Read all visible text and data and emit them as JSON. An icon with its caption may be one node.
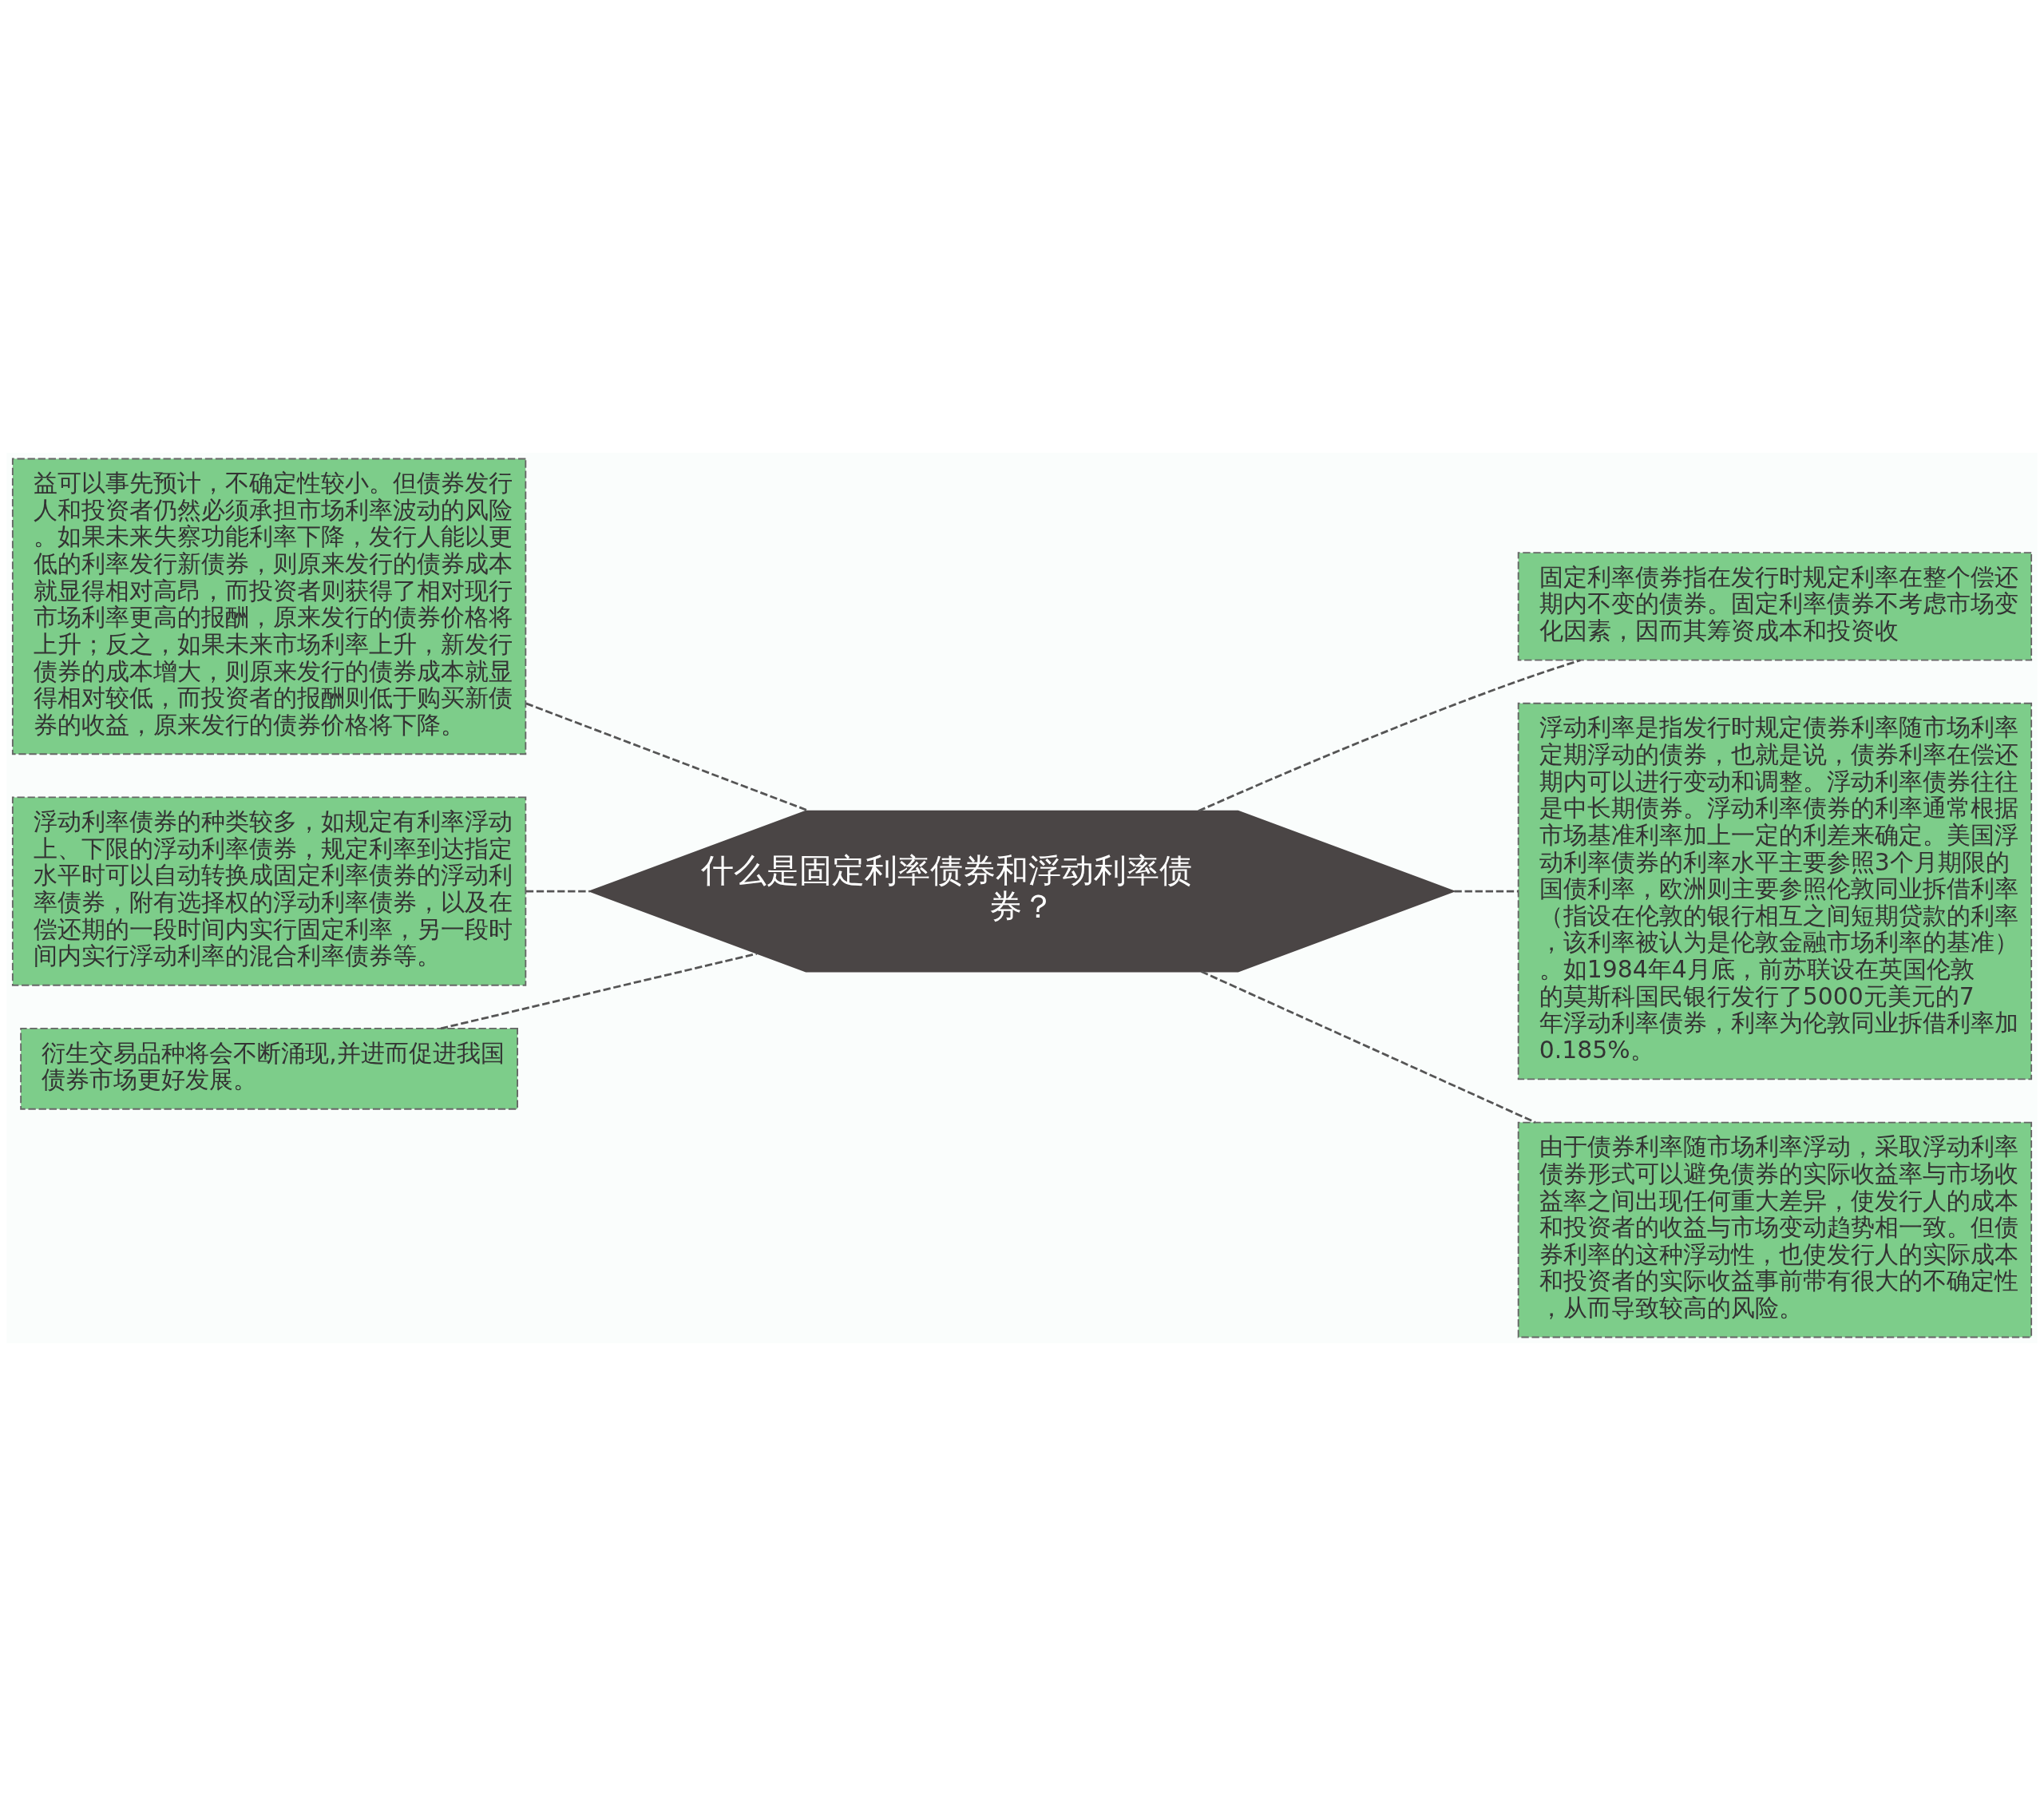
{
  "diagram": {
    "nodes": [
      {
        "text": [
          "什么是固定利率债券和浮动利率债券？"
        ]
      },
      {
        "text": [
          "益可以事先预计，不确定性较小。但债券发行人和投资者仍然必须承担市场利率波动的风险。如果未来失察功能利率下降，发行人能以更低的利率发行新债券，则原来发行的债券成本就显得相对高昂，而投资者则获得了相对现行市场利率更高的报酬，原来发行的债券价格将上升；反之，如果未来市场利率上升，新发行债券的成本增大，则原来发行的债券成本就显得相对较低，而投资者的报酬则低于购买新债券的收益，原来发行的债券价格将下降。"
        ]
      },
      {
        "text": [
          "浮动利率债券的种类较多，如规定有利率浮动上、下限的浮动利率债券，规定利率到达指定水平时可以自动转换成固定利率债券的浮动利率债券，附有选择权的浮动利率债券，以及在偿还期的一段时间内实行固定利率，另一段时间内实行浮动利率的混合利率债券等。"
        ]
      },
      {
        "text": [
          "衍生交易品种将会不断涌现,并进而促进我国债券市场更好发展。"
        ]
      },
      {
        "text": [
          "固定利率债券指在发行时规定利率在整个偿还期内不变的债券。固定利率债券不考虑市场变化因素，因而其筹资成本和投资收"
        ]
      },
      {
        "text": [
          "浮动利率是指发行时规定债券利率随市场利率定期浮动的债券，也就是说，债券利率在偿还期内可以进行变动和调整。浮动利率债券往往是中长期债券。浮动利率债券的利率通常根据市场基准利率加上一定的利差来确定。美国浮动利率债券的利率水平主要参照3个月期限的国债利率，欧洲则主要参照伦敦同业拆借利率（指设在伦敦的银行相互之间短期贷款的利率，该利率被认为是伦敦金融市场利率的基准）。如1984年4月底，前苏联设在英国伦敦的莫斯科国民银行发行了5000元美元的7年浮动利率债券，利率为伦敦同业拆借利率加0.185%。"
        ]
      },
      {
        "text": [
          "由于债券利率随市场利率浮动，采取浮动利率债券形式可以避免债券的实际收益率与市场收益率之间出现任何重大差异，使发行人的成本和投资者的收益与市场变动趋势相一致。但债券利率的这种浮动性，也使发行人的实际成本和投资者的实际收益事前带有很大的不确定性，从而导致较高的风险。"
        ]
      }
    ],
    "edges": [
      {
        "from": 0,
        "to": 1,
        "arrow": "none",
        "style": "dashed"
      },
      {
        "from": 0,
        "to": 2,
        "arrow": "none",
        "style": "dashed"
      },
      {
        "from": 0,
        "to": 3,
        "arrow": "none",
        "style": "dashed"
      },
      {
        "from": 0,
        "to": 4,
        "arrow": "none",
        "style": "dashed"
      },
      {
        "from": 0,
        "to": 5,
        "arrow": "none",
        "style": "dashed"
      },
      {
        "from": 0,
        "to": 6,
        "arrow": "none",
        "style": "dashed"
      }
    ]
  }
}
